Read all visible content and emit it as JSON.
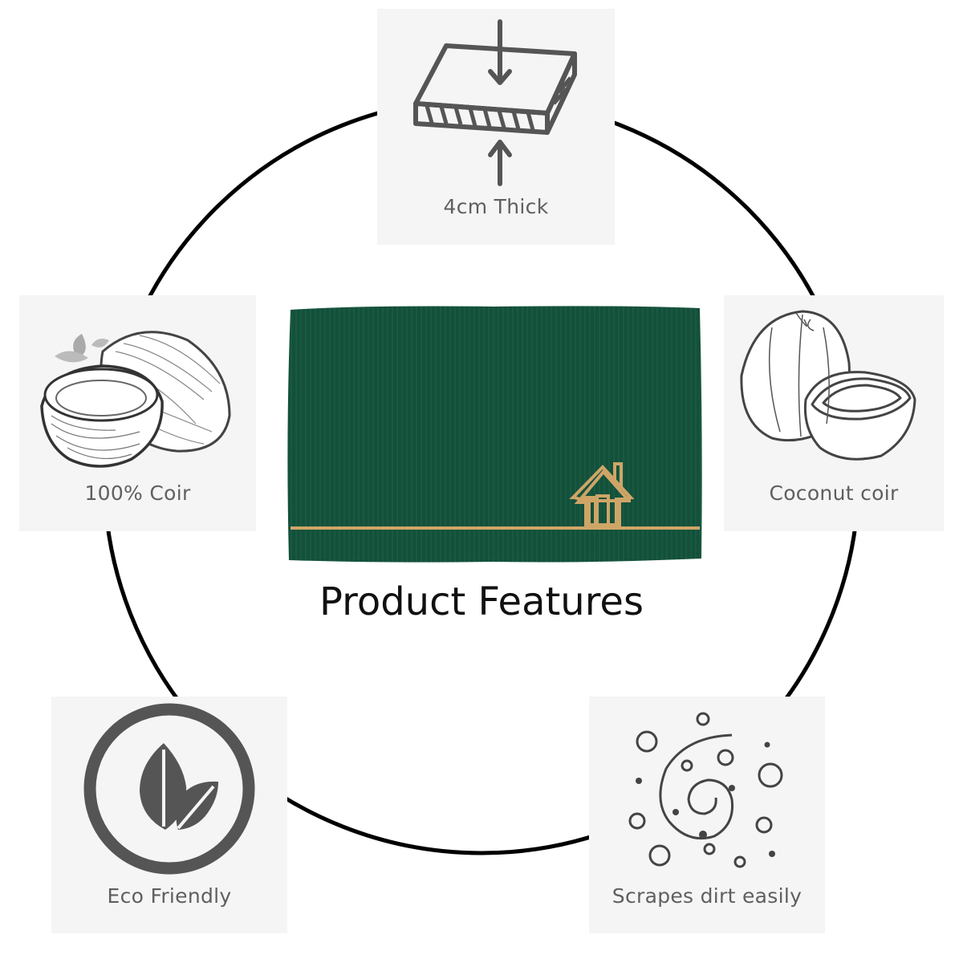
{
  "title": "Product Features",
  "features": {
    "thickness": {
      "label": "4cm Thick",
      "icon": "thickness-icon"
    },
    "coir": {
      "label": "100% Coir",
      "icon": "coconut-sketch-icon"
    },
    "coconut": {
      "label": "Coconut coir",
      "icon": "coconut-outline-icon"
    },
    "eco": {
      "label": "Eco Friendly",
      "icon": "leaf-circle-icon"
    },
    "scrape": {
      "label": "Scrapes dirt easily",
      "icon": "dirt-swirl-icon"
    }
  },
  "product": {
    "image": "doormat-image",
    "mat_color": "#14503a",
    "accent_color": "#cfa567",
    "house_icon": "house-icon"
  },
  "colors": {
    "ring": "#000000",
    "card_background": "#f5f5f5",
    "icon_gray": "#555555",
    "caption_gray": "#5f5f5f"
  }
}
